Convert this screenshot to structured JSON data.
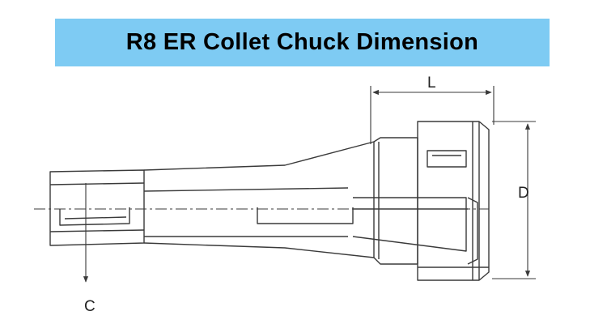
{
  "title": "R8 ER Collet Chuck Dimension",
  "colors": {
    "banner": "#7ecbf3",
    "line": "#3a3a3a",
    "text": "#000000"
  },
  "dimensions": {
    "length_label": "L",
    "diameter_label": "D",
    "shank_label": "C"
  }
}
